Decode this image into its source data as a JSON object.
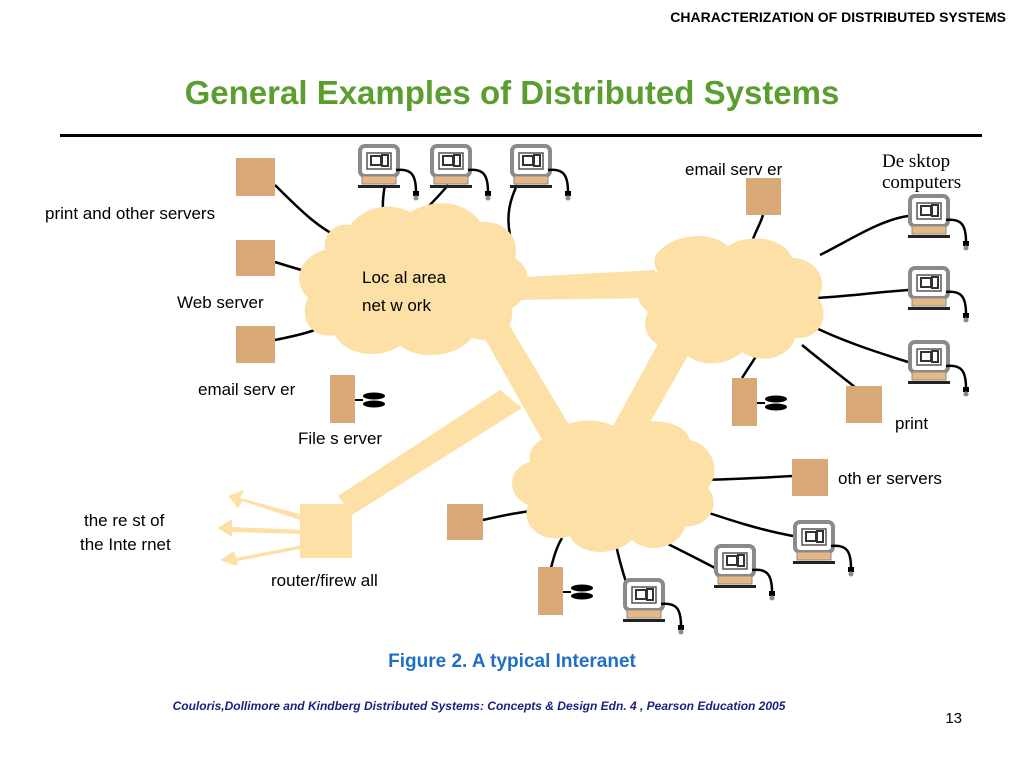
{
  "slide": {
    "header": "CHARACTERIZATION OF DISTRIBUTED SYSTEMS",
    "title": "General Examples of Distributed Systems",
    "caption": "Figure 2. A typical Interanet",
    "footer": "Couloris,Dollimore and Kindberg  Distributed Systems: Concepts & Design  Edn. 4 , Pearson Education 2005",
    "page_number": "13"
  },
  "diagram": {
    "labels": {
      "print_other_servers": "print  and other servers",
      "web_server": "Web server",
      "email_server_left": "email serv er",
      "file_server": "File s erver",
      "local_area_network_line1": "Loc al area",
      "local_area_network_line2": "net w ork",
      "email_server_top": "email serv er",
      "desktop_computers_line1": "De sktop",
      "desktop_computers_line2": "computers",
      "print_right": "print",
      "other_servers": "oth er servers",
      "rest_of_internet_line1": "the re st of",
      "rest_of_internet_line2": "the Inte rnet",
      "router_firewall": "router/firew all"
    },
    "colors": {
      "network": "#fde0a5",
      "server_box": "#d8a877",
      "computer_frame": "#8a8a8a",
      "computer_base": "#e7b887",
      "arrow": "#fde0a5"
    }
  }
}
